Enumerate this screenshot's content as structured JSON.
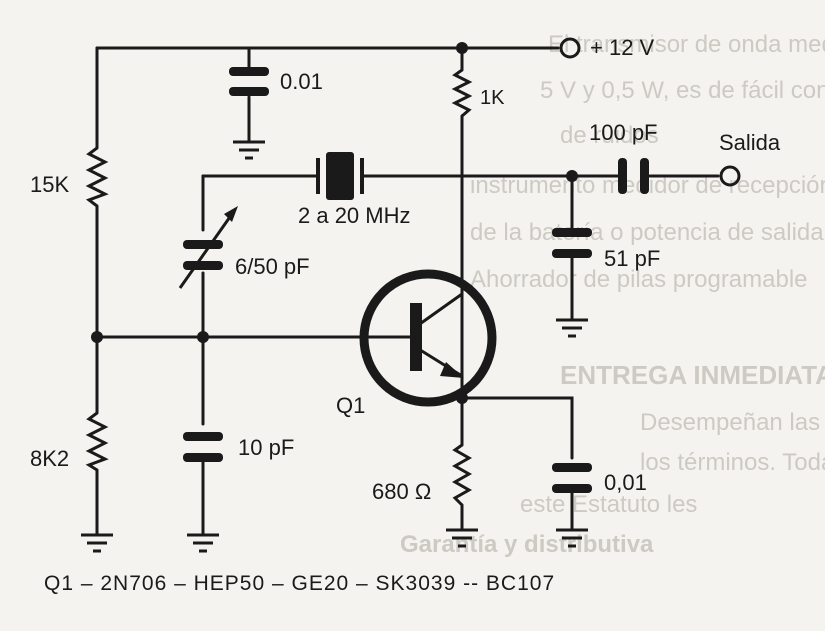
{
  "labels": {
    "supply": "+ 12 V",
    "c_top": "0.01",
    "r_1k": "1K",
    "r_15k": "15K",
    "c_100pf": "100 pF",
    "output": "Salida",
    "crystal": "2 a 20 MHz",
    "trimmer": "6/50 pF",
    "c_51pf": "51 pF",
    "transistor": "Q1",
    "r_8k2": "8K2",
    "c_10pf": "10 pF",
    "r_680": "680 Ω",
    "c_emitter": "0,01"
  },
  "parts_line": "Q1 – 2N706 – HEP50 – GE20 – SK3039 -- BC107",
  "colors": {
    "ink": "#1a1a1a",
    "paper": "#f4f3ef",
    "bleed": "#c9c6bf"
  }
}
